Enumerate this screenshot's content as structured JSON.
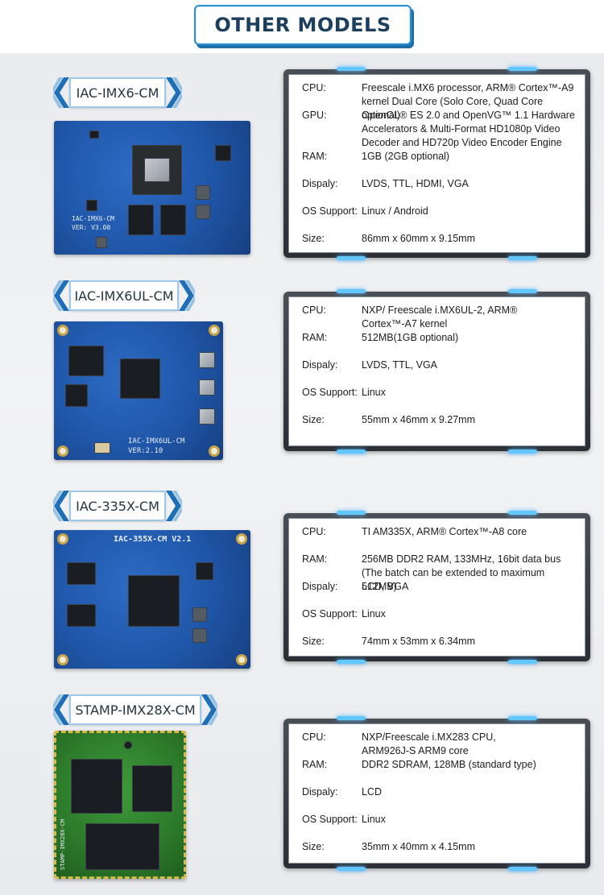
{
  "header": {
    "title": "OTHER MODELS"
  },
  "models": [
    {
      "name": "IAC-IMX6-CM",
      "board_silk": [
        "IAC-IMX6-CM",
        "VER: V3.00"
      ],
      "specs": [
        {
          "key": "CPU:",
          "value": "Freescale i.MX6 processor, ARM® Cortex™-A9 kernel Dual Core (Solo Core, Quad Core optional)"
        },
        {
          "key": "GPU:",
          "value": "OpenGL® ES 2.0 and OpenVG™ 1.1 Hardware Accelerators & Multi-Format HD1080p Video Decoder and HD720p Video Encoder Engine"
        },
        {
          "key": "RAM:",
          "value": "1GB (2GB optional)"
        },
        {
          "key": "Dispaly:",
          "value": "LVDS, TTL, HDMI, VGA"
        },
        {
          "key": "OS Support:",
          "value": "Linux / Android"
        },
        {
          "key": "Size:",
          "value": "86mm x 60mm x 9.15mm"
        }
      ]
    },
    {
      "name": "IAC-IMX6UL-CM",
      "board_silk": [
        "IAC-IMX6UL-CM",
        "VER:2.10"
      ],
      "specs": [
        {
          "key": "CPU:",
          "value": "NXP/ Freescale i.MX6UL-2, ARM® Cortex™-A7 kernel"
        },
        {
          "key": "RAM:",
          "value": "512MB(1GB optional)"
        },
        {
          "key": "Dispaly:",
          "value": "LVDS, TTL, VGA"
        },
        {
          "key": "OS Support:",
          "value": "Linux"
        },
        {
          "key": "Size:",
          "value": "55mm x 46mm x 9.27mm"
        }
      ]
    },
    {
      "name": "IAC-335X-CM",
      "board_silk": [
        "IAC-355X-CM V2.1"
      ],
      "specs": [
        {
          "key": "CPU:",
          "value": "TI AM335X, ARM® Cortex™-A8 core"
        },
        {
          "key": "RAM:",
          "value": "256MB DDR2 RAM, 133MHz, 16bit data bus (The batch can be extended to maximum 512MB)"
        },
        {
          "key": "Dispaly:",
          "value": "LCD, VGA"
        },
        {
          "key": "OS Support:",
          "value": "Linux"
        },
        {
          "key": "Size:",
          "value": "74mm x 53mm x 6.34mm"
        }
      ]
    },
    {
      "name": "STAMP-IMX28X-CM",
      "board_silk": [
        "STAMP-IMX28X-CM"
      ],
      "specs": [
        {
          "key": "CPU:",
          "value": "NXP/Freescale i.MX283 CPU, ARM926J-S ARM9 core"
        },
        {
          "key": "RAM:",
          "value": "DDR2 SDRAM, 128MB (standard type)"
        },
        {
          "key": "Dispaly:",
          "value": "LCD"
        },
        {
          "key": "OS Support:",
          "value": "Linux"
        },
        {
          "key": "Size:",
          "value": "35mm x 40mm x 4.15mm"
        }
      ]
    }
  ],
  "colors": {
    "accent": "#2b8fd0",
    "chevron": "#1f6fb8",
    "glow": "#63c7ff"
  }
}
